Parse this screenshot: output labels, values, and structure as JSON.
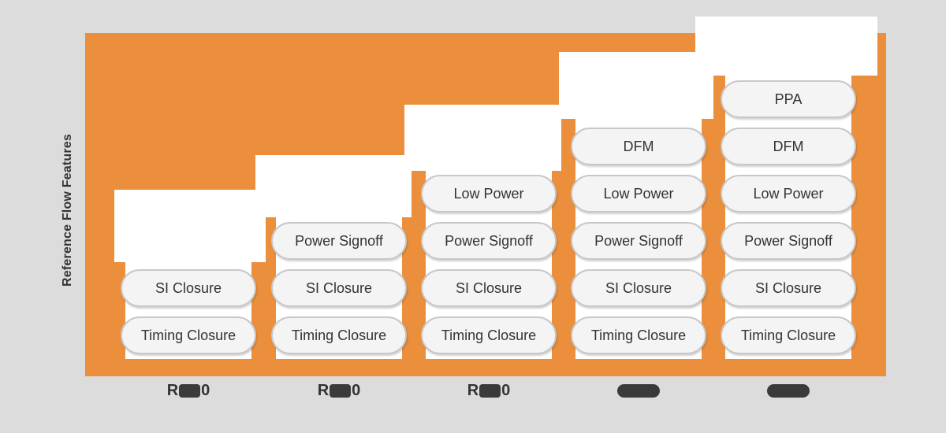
{
  "colors": {
    "page_background": "#dcdcdc",
    "accent_orange": "#eb8f3c",
    "step_white": "#ffffff",
    "pill_background": "#f4f4f4",
    "pill_border": "#c8c8c8",
    "text_dark": "#333333",
    "redaction_dark": "#3a3a3a"
  },
  "y_axis": {
    "label": "Reference Flow Features"
  },
  "chart_data": {
    "type": "stepped-feature-stack",
    "title": "",
    "xlabel": "",
    "ylabel": "Reference Flow Features",
    "legend": "none",
    "grid": false,
    "note": "Five release columns on an orange field; white stair-steps rise left to right; each column stacks cumulative feature pills bottom-up. X tick labels are partially redacted dark blobs.",
    "categories": [
      {
        "prefix": "R",
        "suffix": "0",
        "redacted_middle": true
      },
      {
        "prefix": "R",
        "suffix": "0",
        "redacted_middle": true
      },
      {
        "prefix": "R",
        "suffix": "0",
        "redacted_middle": true
      },
      {
        "prefix": "",
        "suffix": "",
        "redacted_middle": true
      },
      {
        "prefix": "",
        "suffix": "",
        "redacted_middle": true
      }
    ],
    "columns": [
      {
        "features_top_down": [
          "SI Closure",
          "Timing Closure"
        ]
      },
      {
        "features_top_down": [
          "Power Signoff",
          "SI Closure",
          "Timing Closure"
        ]
      },
      {
        "features_top_down": [
          "Low Power",
          "Power Signoff",
          "SI Closure",
          "Timing Closure"
        ]
      },
      {
        "features_top_down": [
          "DFM",
          "Low Power",
          "Power Signoff",
          "SI Closure",
          "Timing Closure"
        ]
      },
      {
        "features_top_down": [
          "PPA",
          "DFM",
          "Low Power",
          "Power Signoff",
          "SI Closure",
          "Timing Closure"
        ]
      }
    ],
    "feature_levels_bottom_up": [
      "Timing Closure",
      "SI Closure",
      "Power Signoff",
      "Low Power",
      "DFM",
      "PPA"
    ]
  }
}
